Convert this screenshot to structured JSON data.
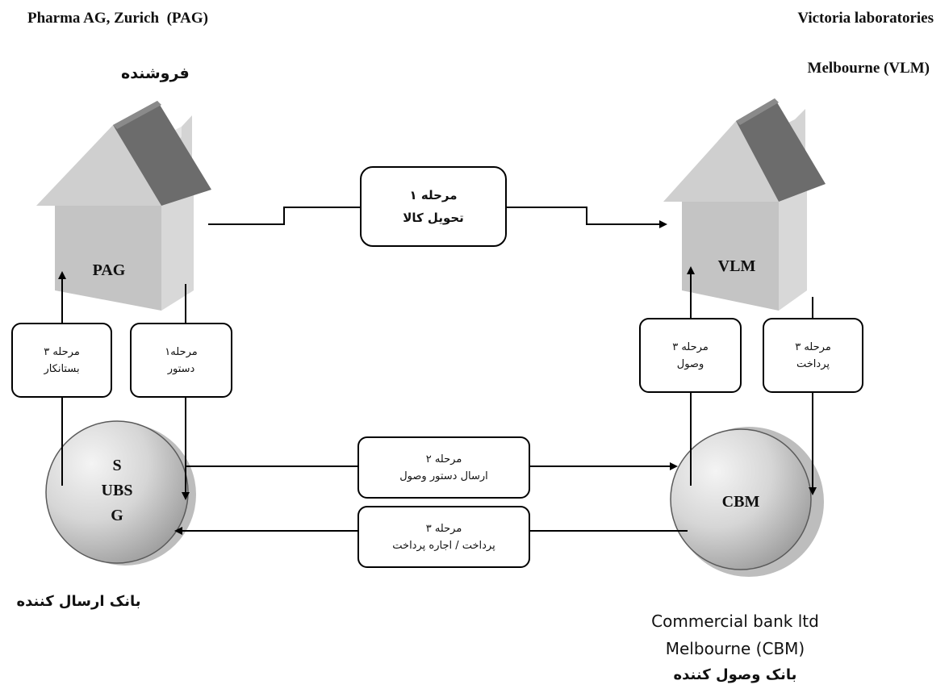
{
  "seller": {
    "name": "Pharma AG, Zurich  (PAG)",
    "role": "فروشنده",
    "house_label": "PAG"
  },
  "buyer": {
    "name_line1": "Victoria laboratories",
    "name_line2": "Melbourne (VLM)",
    "house_label": "VLM"
  },
  "sending_bank": {
    "label_lines": [
      "S",
      "UBS",
      "G"
    ],
    "caption": "بانک ارسال کننده"
  },
  "receiving_bank": {
    "label": "CBM",
    "caption_line1": "Commercial bank ltd",
    "caption_line2": "Melbourne (CBM)",
    "caption_fa": "بانک وصول کننده"
  },
  "steps": {
    "delivery": {
      "line1": "مرحله ۱",
      "line2": "تحویل کالا"
    },
    "order": {
      "line1": "مرحله۱",
      "line2": "دستور"
    },
    "credit": {
      "line1": "مرحله ۳",
      "line2": "بستانکار"
    },
    "collection_order": {
      "line1": "مرحله ۲",
      "line2": "ارسال دستور وصول"
    },
    "payment_auth": {
      "line1": "مرحله ۳",
      "line2": "پرداخت / اجاره پرداخت"
    },
    "receipt": {
      "line1": "مرحله ۳",
      "line2": "وصول"
    },
    "payment": {
      "line1": "مرحله ۳",
      "line2": "پرداخت"
    }
  },
  "colors": {
    "roof": "#6e6e6e",
    "house_light": "#c8c8c8",
    "house_mid": "#b4b4b4",
    "chimney": "#d4d4d4",
    "sphere_light": "#f2f2f2",
    "sphere_dark": "#9a9a9a",
    "sphere_shadow": "#bdbdbd"
  }
}
